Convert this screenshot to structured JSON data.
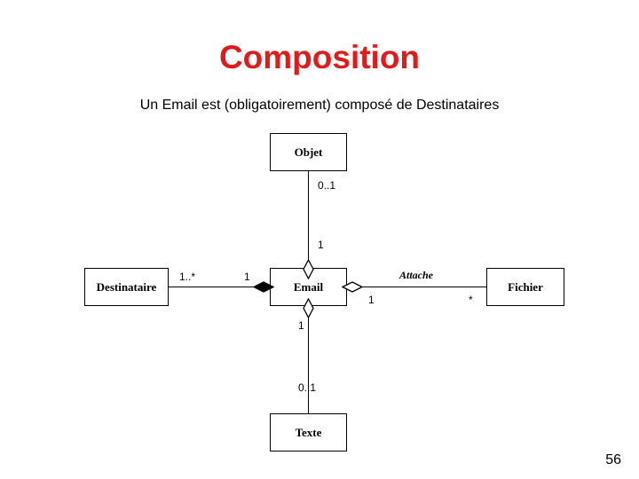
{
  "slide": {
    "title": "Composition",
    "title_color": "#E01B1B",
    "subtitle": "Un Email est (obligatoirement) composé de Destinataires",
    "page_number": "56"
  },
  "diagram": {
    "classes": [
      {
        "id": "objet",
        "name": "Objet"
      },
      {
        "id": "email",
        "name": "Email"
      },
      {
        "id": "destinataire",
        "name": "Destinataire"
      },
      {
        "id": "fichier",
        "name": "Fichier"
      },
      {
        "id": "texte",
        "name": "Texte"
      }
    ],
    "associations": [
      {
        "id": "objet-email",
        "from": "Objet",
        "to": "Email",
        "name": "",
        "diamond": "open",
        "diamond_end": "Email",
        "from_multiplicity": "0..1",
        "to_multiplicity": "1"
      },
      {
        "id": "destinataire-email",
        "from": "Destinataire",
        "to": "Email",
        "name": "",
        "diamond": "filled",
        "diamond_end": "Email",
        "from_multiplicity": "1..*",
        "to_multiplicity": "1"
      },
      {
        "id": "email-fichier",
        "from": "Email",
        "to": "Fichier",
        "name": "Attache",
        "diamond": "open",
        "diamond_end": "Email",
        "from_multiplicity": "1",
        "to_multiplicity": "*"
      },
      {
        "id": "email-texte",
        "from": "Email",
        "to": "Texte",
        "name": "",
        "diamond": "open",
        "diamond_end": "Email",
        "from_multiplicity": "1",
        "to_multiplicity": "0..1"
      }
    ]
  }
}
